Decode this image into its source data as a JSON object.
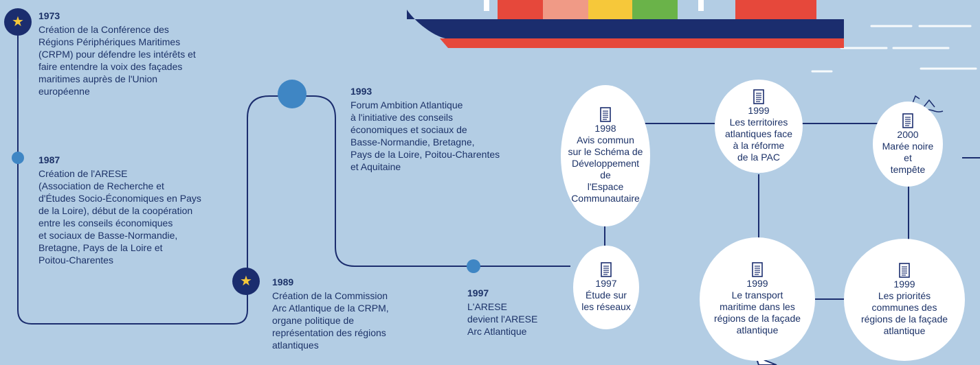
{
  "colors": {
    "background": "#b3cde4",
    "line": "#1b2d6e",
    "dot": "#3f86c4",
    "star": "#f6c83a",
    "ship_hull": "#1b2d6e",
    "ship_stripe": "#e6483b"
  },
  "events": [
    {
      "year": "1973",
      "text": "Création de la Conférence des\nRégions Périphériques Maritimes\n(CRPM) pour défendre les intérêts et\nfaire entendre la voix des façades\nmaritimes auprès de l'Union\neuropéenne"
    },
    {
      "year": "1987",
      "text": "Création de l'ARESE\n(Association de Recherche et\nd'Études Socio-Économiques en Pays\nde la Loire), début de la coopération\nentre les conseils économiques\net sociaux de Basse-Normandie,\nBretagne, Pays de la Loire et\nPoitou-Charentes"
    },
    {
      "year": "1989",
      "text": "Création de la Commission\nArc Atlantique de la CRPM,\norgane politique de\nreprésentation des régions\natlantiques"
    },
    {
      "year": "1993",
      "text": "Forum Ambition Atlantique\nà l'initiative des conseils\néconomiques et sociaux de\nBasse-Normandie, Bretagne,\nPays de la Loire, Poitou-Charentes\net Aquitaine"
    },
    {
      "year": "1997",
      "text": "L'ARESE\ndevient l'ARESE\nArc Atlantique"
    }
  ],
  "publications": [
    {
      "year": "1998",
      "text": "Avis commun\nsur le Schéma de\nDéveloppement de\nl'Espace\nCommunautaire",
      "icon": "document-icon"
    },
    {
      "year": "1999",
      "text": "Les territoires\natlantiques face\nà la réforme\nde la PAC",
      "icon": "document-icon"
    },
    {
      "year": "2000",
      "text": "Marée noire et\ntempête",
      "icon": "document-icon"
    },
    {
      "year": "1997",
      "text": "Étude sur\nles réseaux",
      "icon": "document-icon"
    },
    {
      "year": "1999",
      "text": "Le transport\nmaritime dans les\nrégions de la façade\natlantique",
      "icon": "document-icon"
    },
    {
      "year": "1999",
      "text": "Les priorités\ncommunes des\nrégions de la façade\natlantique",
      "icon": "document-icon"
    }
  ],
  "icons": {
    "star": "★",
    "ship": "container-ship-icon",
    "wreck": "shipwreck-icon"
  }
}
